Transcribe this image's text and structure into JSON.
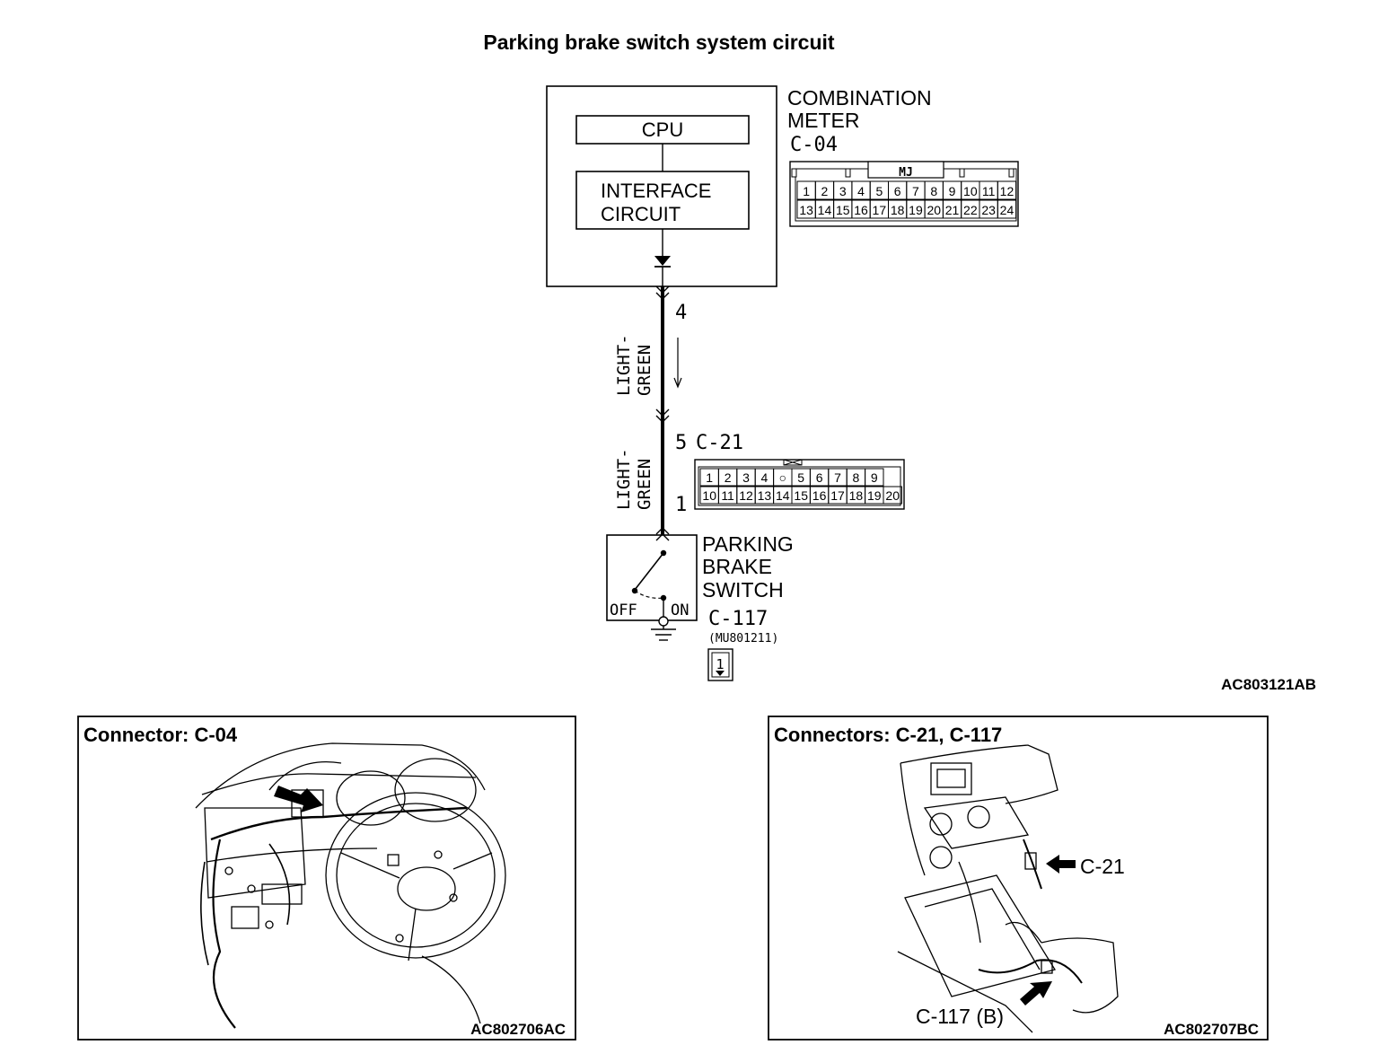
{
  "title": "Parking brake switch  system circuit",
  "meter": {
    "name_line1": "COMBINATION",
    "name_line2": "METER",
    "connector": "C-04",
    "cpu": "CPU",
    "interface_line1": "INTERFACE",
    "interface_line2": "CIRCUIT",
    "connector_tag": "MJ",
    "pins_top": [
      "1",
      "2",
      "3",
      "4",
      "5",
      "6",
      "7",
      "8",
      "9",
      "10",
      "11",
      "12"
    ],
    "pins_bottom": [
      "13",
      "14",
      "15",
      "16",
      "17",
      "18",
      "19",
      "20",
      "21",
      "22",
      "23",
      "24"
    ]
  },
  "wire": {
    "upper_pin": "4",
    "upper_color_line1": "LIGHT-",
    "upper_color_line2": "GREEN",
    "mid_pin": "5",
    "mid_connector": "C-21",
    "lower_color_line1": "LIGHT-",
    "lower_color_line2": "GREEN",
    "lower_pin": "1"
  },
  "c21": {
    "pins_top": [
      "1",
      "2",
      "3",
      "4",
      "○",
      "5",
      "6",
      "7",
      "8",
      "9"
    ],
    "pins_bottom": [
      "10",
      "11",
      "12",
      "13",
      "14",
      "15",
      "16",
      "17",
      "18",
      "19",
      "20"
    ]
  },
  "switch": {
    "name_line1": "PARKING",
    "name_line2": "BRAKE",
    "name_line3": "SWITCH",
    "off_label": "OFF",
    "on_label": "ON",
    "connector": "C-117",
    "part_number": "(MU801211)",
    "pin": "1"
  },
  "diagram_code": "AC803121AB",
  "panel_left": {
    "heading": "Connector: C-04",
    "code": "AC802706AC"
  },
  "panel_right": {
    "heading": "Connectors: C-21, C-117",
    "callout_c21": "C-21",
    "callout_c117": "C-117 (B)",
    "code": "AC802707BC"
  }
}
